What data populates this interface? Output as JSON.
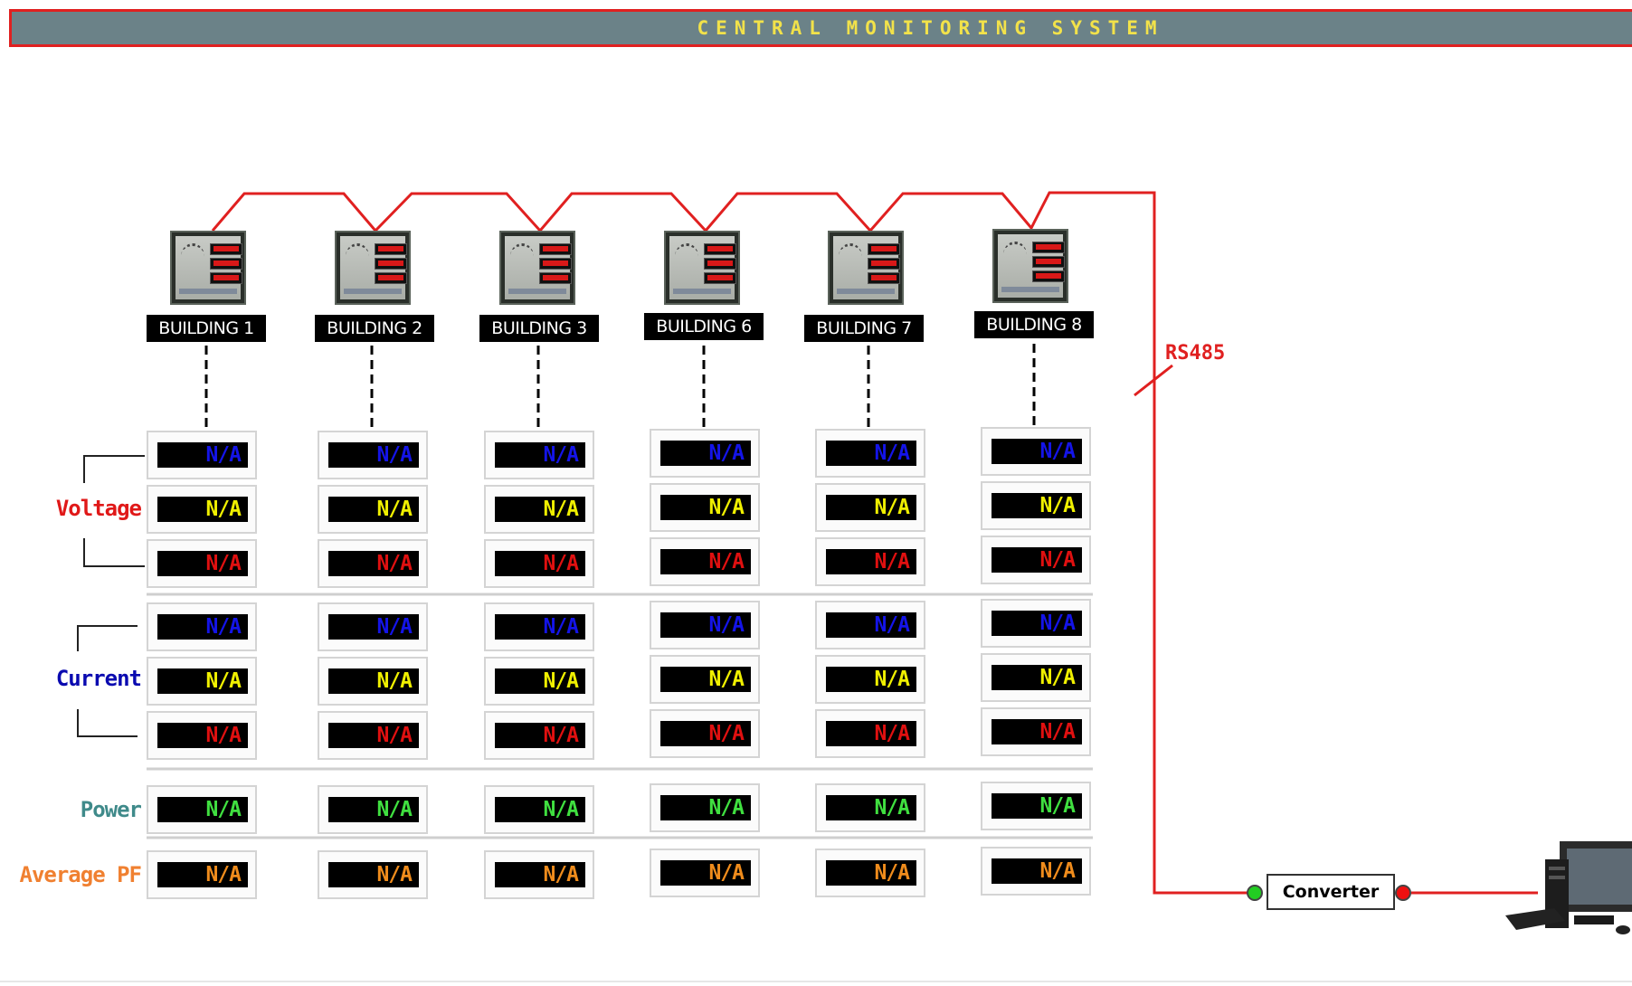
{
  "header": {
    "title": "CENTRAL MONITORING SYSTEM"
  },
  "buildings": [
    {
      "label": "BUILDING 1"
    },
    {
      "label": "BUILDING 2"
    },
    {
      "label": "BUILDING 3"
    },
    {
      "label": "BUILDING 6"
    },
    {
      "label": "BUILDING 7"
    },
    {
      "label": "BUILDING 8"
    }
  ],
  "rows": {
    "voltage": {
      "label": "Voltage",
      "color": "#e01818"
    },
    "current": {
      "label": "Current",
      "color": "#0a0ab0"
    },
    "power": {
      "label": "Power",
      "color": "#3f8a8a"
    },
    "average_pf": {
      "label": "Average PF",
      "color": "#f08030"
    }
  },
  "reading_value": "N/A",
  "phase_colors": {
    "l1": "#1414e8",
    "l2": "#f0f000",
    "l3": "#e01010",
    "power": "#40e040",
    "pf": "#f08c1c"
  },
  "network": {
    "bus_label": "RS485",
    "bus_color": "#e02020"
  },
  "converter": {
    "label": "Converter",
    "input_status": "#22cc22",
    "output_status": "#ee1010"
  },
  "icons": {
    "meter": "power-meter-icon",
    "computer": "desktop-computer-icon"
  }
}
